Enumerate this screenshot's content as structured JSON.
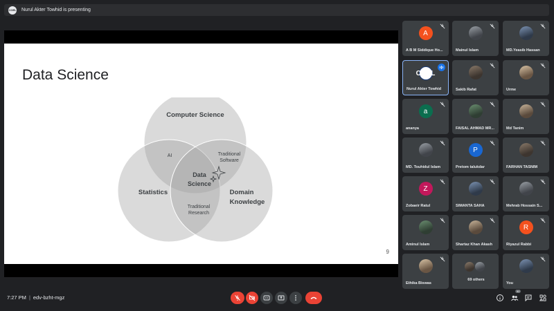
{
  "topbar": {
    "logo": "COEL",
    "presenting_text": "Nurul Akter Towhid is presenting"
  },
  "slide": {
    "title": "Data Science",
    "page_number": "9",
    "venn": {
      "circle_top": "Computer Science",
      "circle_left": "Statistics",
      "circle_right_1": "Domain",
      "circle_right_2": "Knowledge",
      "overlap_top_left": "AI",
      "overlap_top_right_1": "Traditional",
      "overlap_top_right_2": "Software",
      "overlap_bottom_1": "Traditional",
      "overlap_bottom_2": "Research",
      "center_1": "Data",
      "center_2": "Science"
    }
  },
  "participants": [
    {
      "name": "A B M Siddique Ho...",
      "initial": "A",
      "color": "#f4511e"
    },
    {
      "name": "Mainul Islam"
    },
    {
      "name": "MD.Yeasib Hassan"
    },
    {
      "name": "Nurul Akter Towhid",
      "logo": "COEL"
    },
    {
      "name": "Sakib Rafat"
    },
    {
      "name": "Urme"
    },
    {
      "name": "ananya",
      "initial": "a",
      "color": "#0b6e4f"
    },
    {
      "name": "FAISAL AHMAD MR..."
    },
    {
      "name": "Md Tanim"
    },
    {
      "name": "MD. Touhidul Islam"
    },
    {
      "name": "Pretom talukdar",
      "initial": "P",
      "color": "#1967d2"
    },
    {
      "name": "FARHAN TASNIM"
    },
    {
      "name": "Zobaeir Ratul",
      "initial": "Z",
      "color": "#c2185b"
    },
    {
      "name": "SIMANTA SAHA"
    },
    {
      "name": "Mehrab Hossain S..."
    },
    {
      "name": "Aminul Islam"
    },
    {
      "name": "Shartaz Khan Akash"
    },
    {
      "name": "Riyazul Rabbi",
      "initial": "R",
      "color": "#f4511e"
    },
    {
      "name": "Ethika Biswas"
    },
    {
      "name": "69 others"
    },
    {
      "name": "You"
    }
  ],
  "bottom": {
    "time": "7:27 PM",
    "meeting_code": "edv-bzht-mgz",
    "people_count": "90",
    "colors": {
      "end_call": "#ea4335",
      "muted": "#ea4335",
      "control": "#3c4043"
    },
    "icons": [
      "mic-off-icon",
      "camera-off-icon",
      "captions-icon",
      "present-icon",
      "more-options-icon",
      "end-call-icon",
      "info-icon",
      "people-icon",
      "chat-icon",
      "activities-icon"
    ]
  }
}
